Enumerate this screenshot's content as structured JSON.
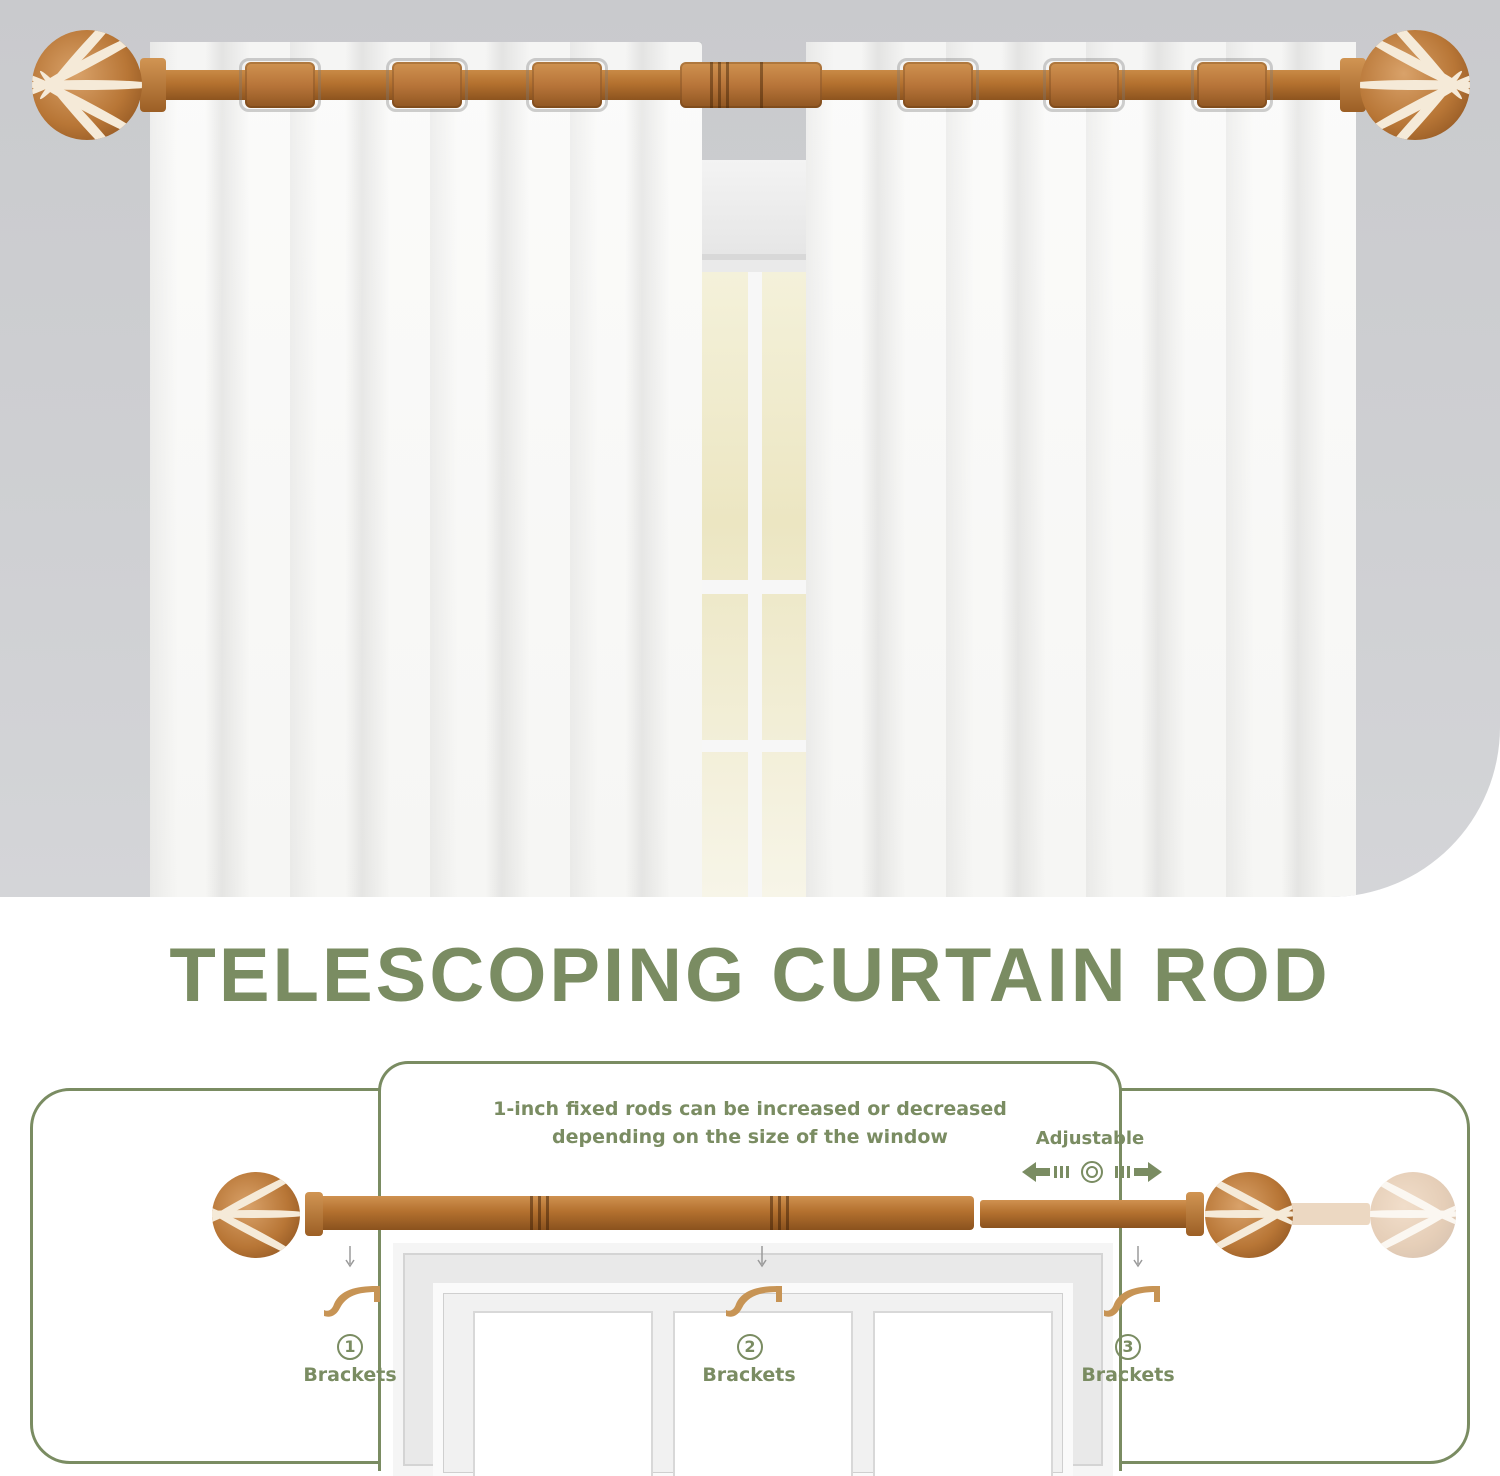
{
  "title": "TELESCOPING CURTAIN ROD",
  "note": {
    "line1": "1-inch fixed rods can be increased or decreased",
    "line2": "depending on the size of the window"
  },
  "adjustable": {
    "label": "Adjustable",
    "icon": "adjust-arrows-icon"
  },
  "brackets": [
    {
      "number": "1",
      "label": "Brackets"
    },
    {
      "number": "2",
      "label": "Brackets"
    },
    {
      "number": "3",
      "label": "Brackets"
    }
  ],
  "colors": {
    "accent": "#7a8c62",
    "rod": "#b4712f",
    "curtain": "#f7f7f5",
    "wall": "#cccdd0"
  }
}
